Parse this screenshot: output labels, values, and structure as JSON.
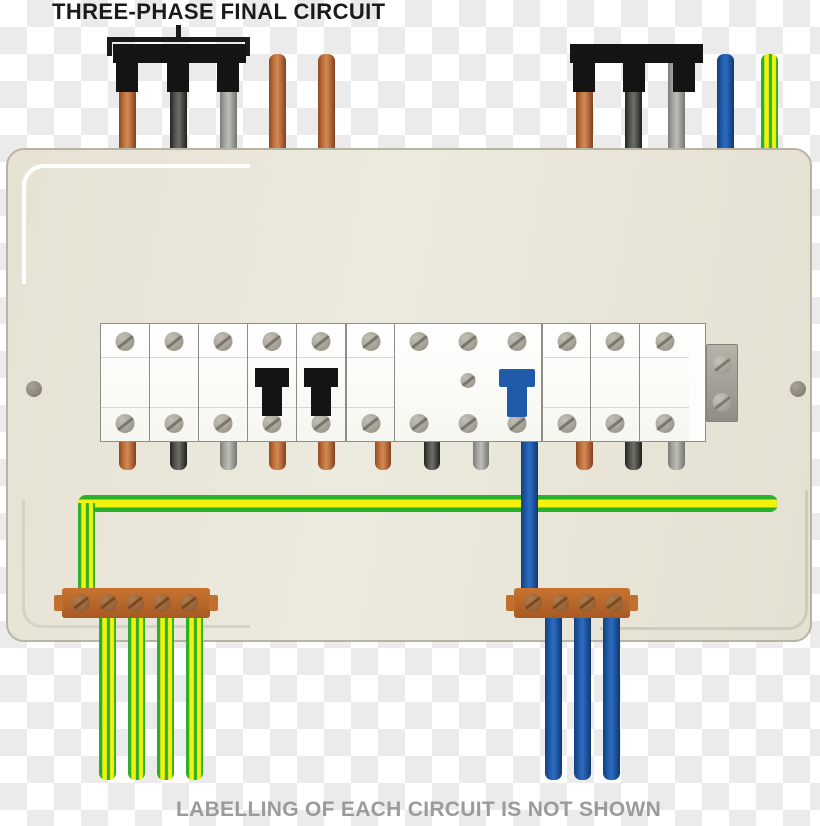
{
  "diagram": {
    "title": "THREE-PHASE FINAL CIRCUIT",
    "footer_note": "LABELLING OF EACH CIRCUIT IS NOT SHOWN",
    "colors": {
      "brown": "#b4663a",
      "black": "#4a4a45",
      "grey": "#9b9b96",
      "blue": "#1f5ba8",
      "earth_green": "#2bb02b",
      "earth_yellow": "#f2f20d",
      "enclosure": "#e6e2d4",
      "busbar_copper": "#bb6a2c",
      "toggle_black": "#141414"
    }
  },
  "enclosure": {
    "name": "consumer-unit-enclosure",
    "mount_screws": 2
  },
  "devices": [
    {
      "name": "three-pole-mcb-left",
      "poles": 3,
      "toggle_color": "#141414",
      "line_colors": [
        "brown",
        "black",
        "grey"
      ]
    },
    {
      "name": "single-pole-mcb-1",
      "poles": 1,
      "toggle_color": "#141414",
      "line_colors": [
        "brown"
      ]
    },
    {
      "name": "single-pole-mcb-2",
      "poles": 1,
      "toggle_color": "#141414",
      "line_colors": [
        "brown"
      ]
    },
    {
      "name": "four-pole-main-switch",
      "poles": 4,
      "toggle_color": "#1f5ba8",
      "line_colors": [
        "brown",
        "black",
        "grey",
        "blue"
      ]
    },
    {
      "name": "three-pole-mcb-right",
      "poles": 3,
      "toggle_color": "#141414",
      "line_colors": [
        "brown",
        "black",
        "grey"
      ]
    }
  ],
  "busbars": [
    {
      "name": "earth-bar",
      "screws": 5,
      "wire_color": "earth",
      "outgoing_wires": 4
    },
    {
      "name": "neutral-bar",
      "screws": 4,
      "wire_color": "blue",
      "outgoing_wires": 3
    }
  ],
  "top_wires": [
    {
      "color": "brown"
    },
    {
      "color": "black"
    },
    {
      "color": "grey"
    },
    {
      "color": "brown"
    },
    {
      "color": "brown"
    },
    {
      "color": "brown"
    },
    {
      "color": "black"
    },
    {
      "color": "grey"
    },
    {
      "color": "blue"
    },
    {
      "color": "brown"
    },
    {
      "color": "black"
    },
    {
      "color": "grey"
    },
    {
      "color": "blue"
    },
    {
      "color": "earth"
    }
  ],
  "end_terminal_block": {
    "name": "end-terminal-block",
    "screws": 2
  }
}
